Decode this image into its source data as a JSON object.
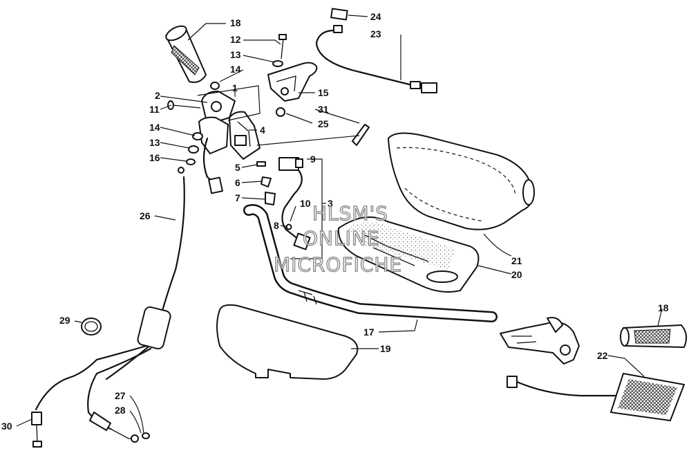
{
  "watermark": {
    "line1": "HLSM'S",
    "line2": "ONLINE",
    "line3": "MICROFICHE"
  },
  "callouts": {
    "c1": "1",
    "c2": "2",
    "c3": "3",
    "c4": "4",
    "c5": "5",
    "c6": "6",
    "c7": "7",
    "c8": "8",
    "c9": "9",
    "c10": "10",
    "c11": "11",
    "c12": "12",
    "c13a": "13",
    "c13b": "13",
    "c14a": "14",
    "c14b": "14",
    "c15": "15",
    "c16": "16",
    "c17": "17",
    "c18a": "18",
    "c18b": "18",
    "c19": "19",
    "c20": "20",
    "c21": "21",
    "c22": "22",
    "c23": "23",
    "c24": "24",
    "c25": "25",
    "c26": "26",
    "c27": "27",
    "c28": "28",
    "c29": "29",
    "c30": "30",
    "c31": "31"
  }
}
